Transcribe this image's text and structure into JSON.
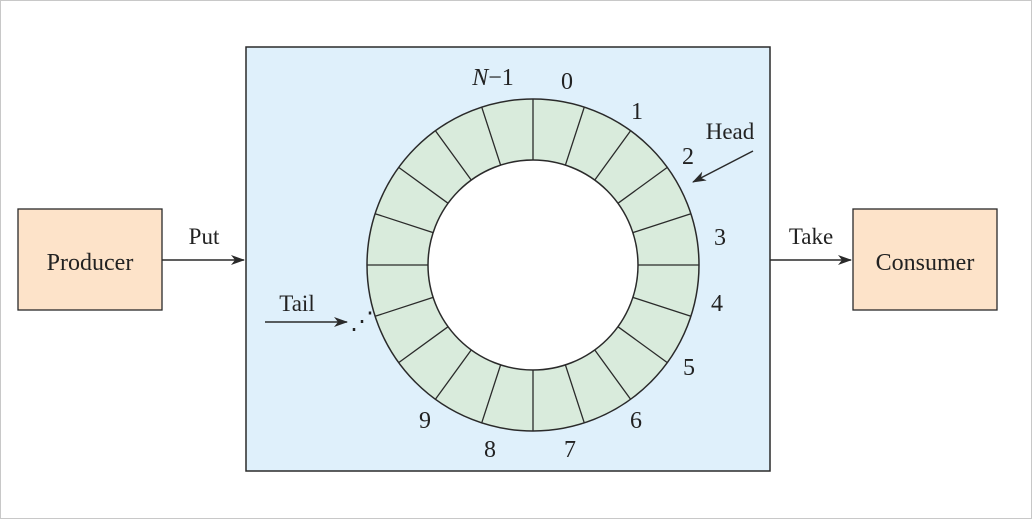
{
  "colors": {
    "buffer_bg": "#dff0fb",
    "ring_fill": "#d9ebdc",
    "box_fill": "#fde3c9",
    "stroke": "#2a2a2a"
  },
  "producer": {
    "label": "Producer"
  },
  "consumer": {
    "label": "Consumer"
  },
  "arrows": {
    "put": "Put",
    "take": "Take",
    "head": "Head",
    "tail": "Tail"
  },
  "ring": {
    "slot_count": 20,
    "index_labels": {
      "n_minus_1_var": "N",
      "n_minus_1_rest": "−1",
      "l0": "0",
      "l1": "1",
      "l2": "2",
      "l3": "3",
      "l4": "4",
      "l5": "5",
      "l6": "6",
      "l7": "7",
      "l8": "8",
      "l9": "9"
    },
    "ellipsis": "⋰"
  }
}
